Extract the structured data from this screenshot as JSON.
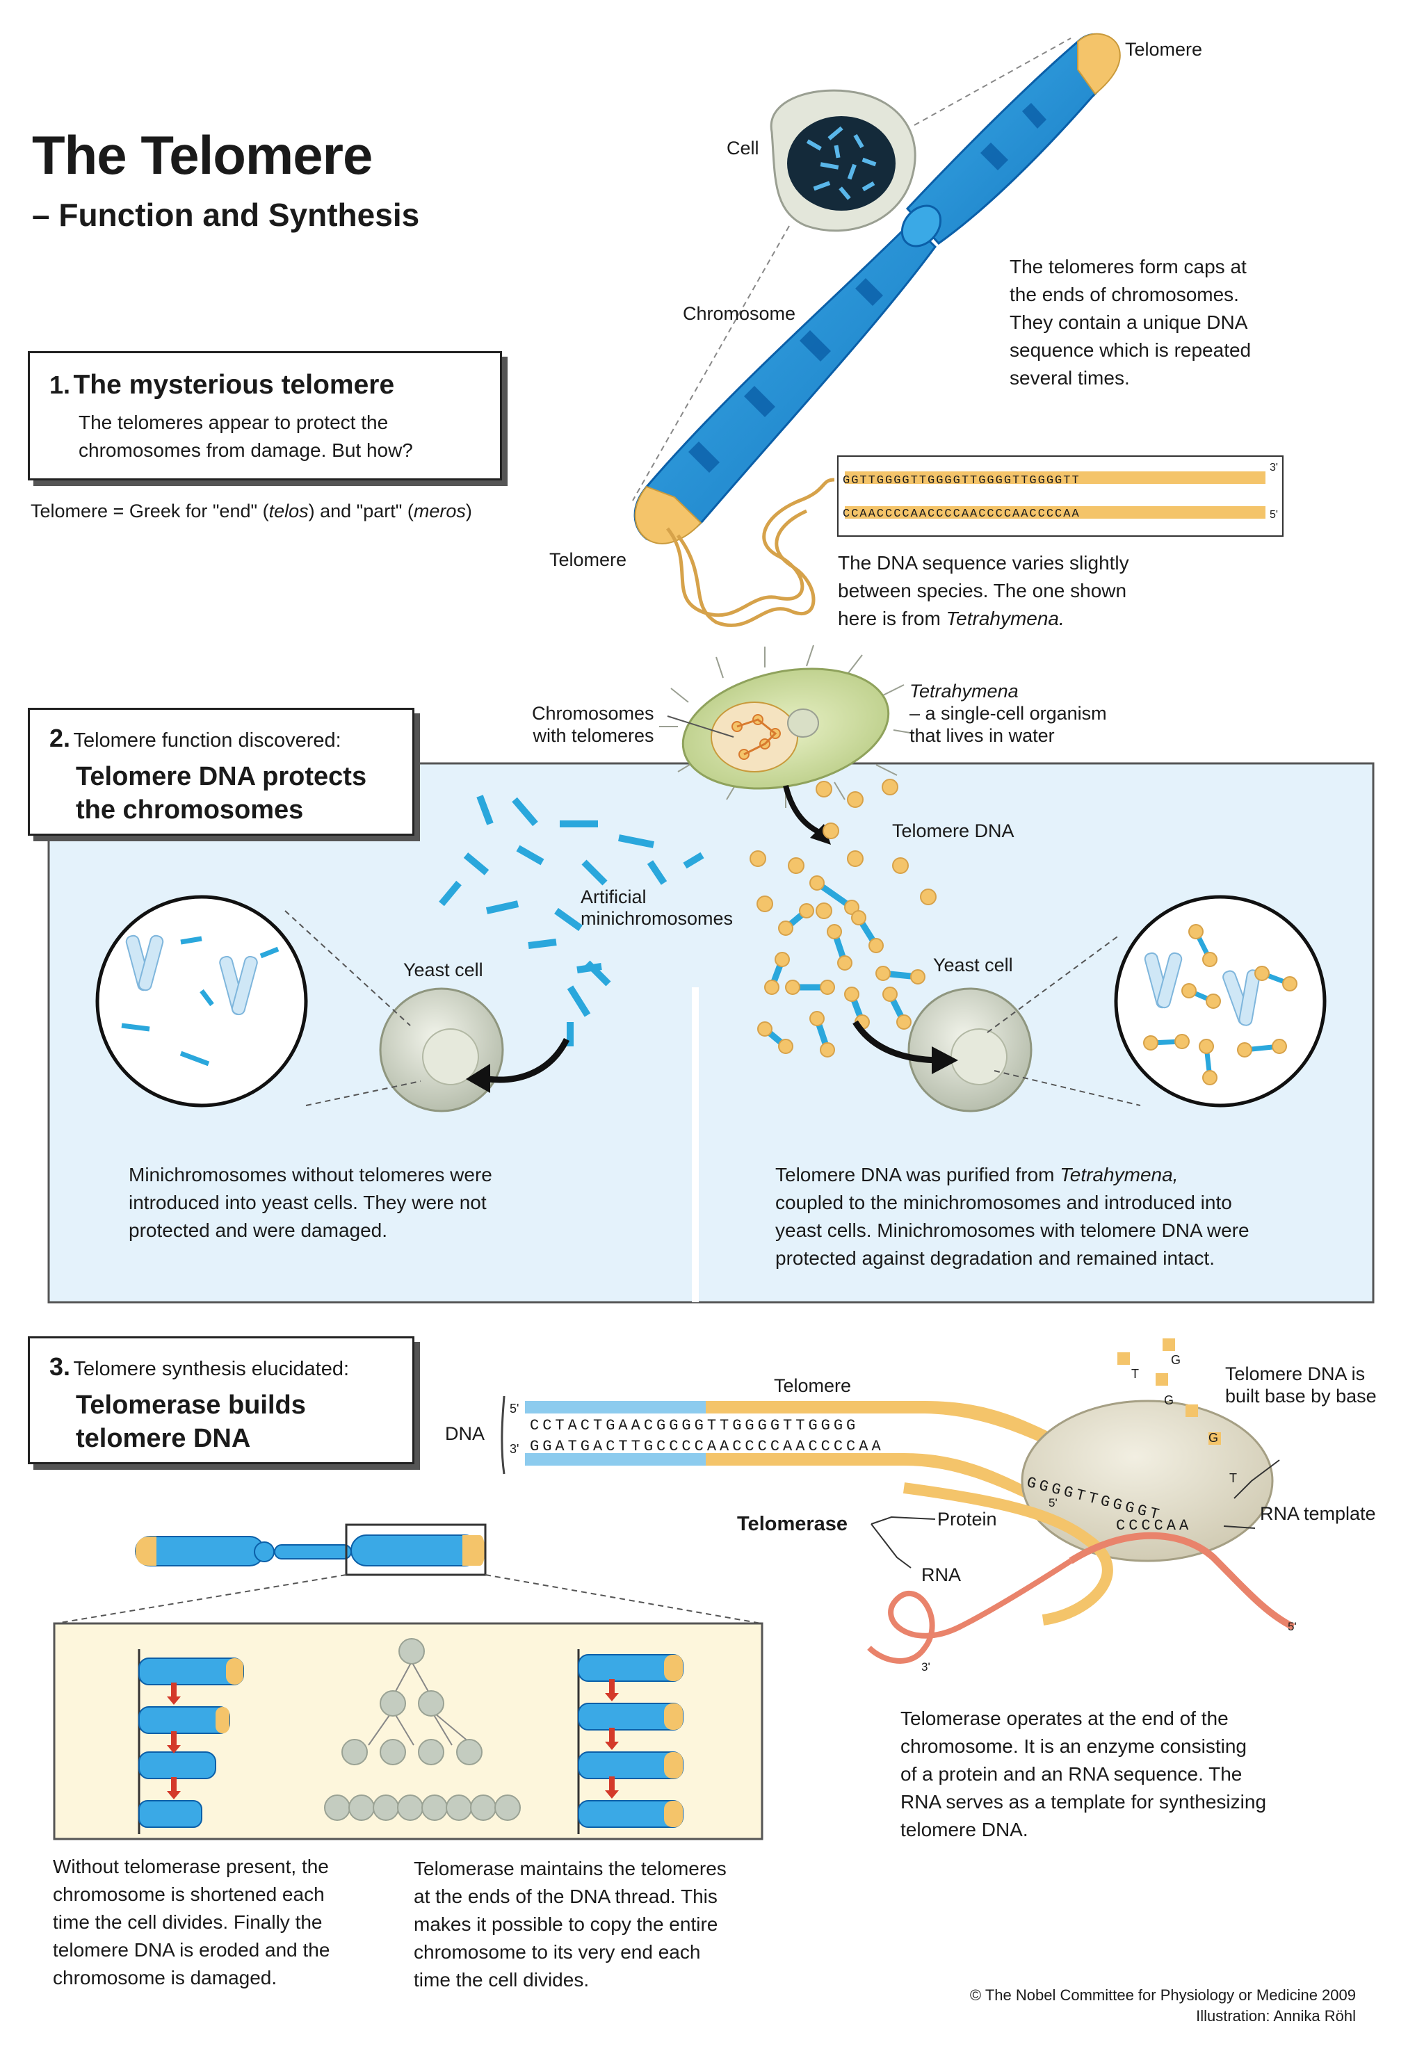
{
  "title": "The Telomere",
  "subtitle": "– Function and Synthesis",
  "top": {
    "label_telomere_top": "Telomere",
    "label_cell": "Cell",
    "label_chromosome": "Chromosome",
    "label_telomere_bottom": "Telomere",
    "caps_text": [
      "The telomeres form caps at",
      "the ends of chromosomes.",
      "They contain a unique DNA",
      "sequence which is repeated",
      "several times."
    ],
    "seq_top": "GGTTGGGGTTGGGGTTGGGGTTGGGGTT",
    "seq_bottom": "CCAACCCCAACCCCAACCCCAACCCCAA",
    "seq_top_end": "3'",
    "seq_bottom_end": "5'",
    "species_line1": "The DNA sequence varies slightly",
    "species_line2": "between species. The one shown",
    "species_line3_prefix": "here is from ",
    "species_line3_italic": "Tetrahymena."
  },
  "section1": {
    "number": "1.",
    "heading": "The mysterious telomere",
    "text_line1": "The telomeres appear to protect the",
    "text_line2": "chromosomes from damage. But how?",
    "greek_prefix": "Telomere = Greek for \"end\" (",
    "greek_telos": "telos",
    "greek_mid": ") and \"part\" (",
    "greek_meros": "meros",
    "greek_suffix": ")"
  },
  "section2": {
    "number": "2.",
    "kicker": "Telomere function discovered:",
    "heading_line1": "Telomere DNA protects",
    "heading_line2": "the chromosomes",
    "label_chrom_telomeres_1": "Chromosomes",
    "label_chrom_telomeres_2": "with telomeres",
    "tetra_name": "Tetrahymena",
    "tetra_desc_1": "– a single-cell organism",
    "tetra_desc_2": "that lives in water",
    "label_telomere_dna": "Telomere DNA",
    "label_artificial_1": "Artificial",
    "label_artificial_2": "minichromosomes",
    "label_yeast_left": "Yeast cell",
    "label_yeast_right": "Yeast cell",
    "left_text": [
      "Minichromosomes without telomeres were",
      "introduced into yeast cells. They were not",
      "protected and were damaged."
    ],
    "right_line1_prefix": "Telomere DNA was purified from ",
    "right_line1_italic": "Tetrahymena,",
    "right_text_rest": [
      "coupled to the minichromosomes and introduced into",
      "yeast cells. Minichromosomes with telomere DNA were",
      "protected against degradation and remained intact."
    ]
  },
  "section3": {
    "number": "3.",
    "kicker": "Telomere synthesis elucidated:",
    "heading_line1": "Telomerase builds",
    "heading_line2": "telomere DNA",
    "label_dna": "DNA",
    "label_telomere": "Telomere",
    "strand_top_5": "5'",
    "strand_bottom_3": "3'",
    "seq_upper": "CCTACTGAACGGGGTTGGGGTTGGGG",
    "seq_lower": "GGATGACTTGCCCCAACCCCAACCCCAA",
    "seq_tail": "GGGGTTGGGGT",
    "rna_seq": "CCCCAA",
    "nuc_T1": "T",
    "nuc_G1": "G",
    "nuc_G2": "G",
    "nuc_G3": "G",
    "nuc_T2": "T",
    "label_built": [
      "Telomere DNA is",
      "built base by base"
    ],
    "label_telomerase": "Telomerase",
    "label_protein": "Protein",
    "label_rna": "RNA",
    "label_rna_template": "RNA template",
    "rna_5": "5'",
    "rna_3": "3'",
    "dna_5_end": "5'",
    "operates_text": [
      "Telomerase operates at the end of the",
      "chromosome. It is an enzyme consisting",
      "of a protein and an RNA sequence. The",
      "RNA serves as a template for synthesizing",
      "telomere DNA."
    ],
    "without_text": [
      "Without telomerase present, the",
      "chromosome is shortened each",
      "time the cell divides. Finally the",
      "telomere DNA is eroded and the",
      "chromosome is damaged."
    ],
    "maintains_text": [
      "Telomerase maintains the telomeres",
      "at the ends of the DNA thread. This",
      "makes it possible to copy the entire",
      "chromosome to its very end each",
      "time the cell divides."
    ]
  },
  "credit": {
    "line1": "© The Nobel Committee for Physiology or Medicine 2009",
    "line2": "Illustration: Annika Röhl"
  },
  "colors": {
    "chromosome_blue": "#1f93d6",
    "chromosome_dark": "#0b5fa8",
    "telomere_yellow": "#f4c46a",
    "panel_bg": "#e4f2fb",
    "box_yellow": "#fdf6dc",
    "rna_salmon": "#e9836b"
  }
}
